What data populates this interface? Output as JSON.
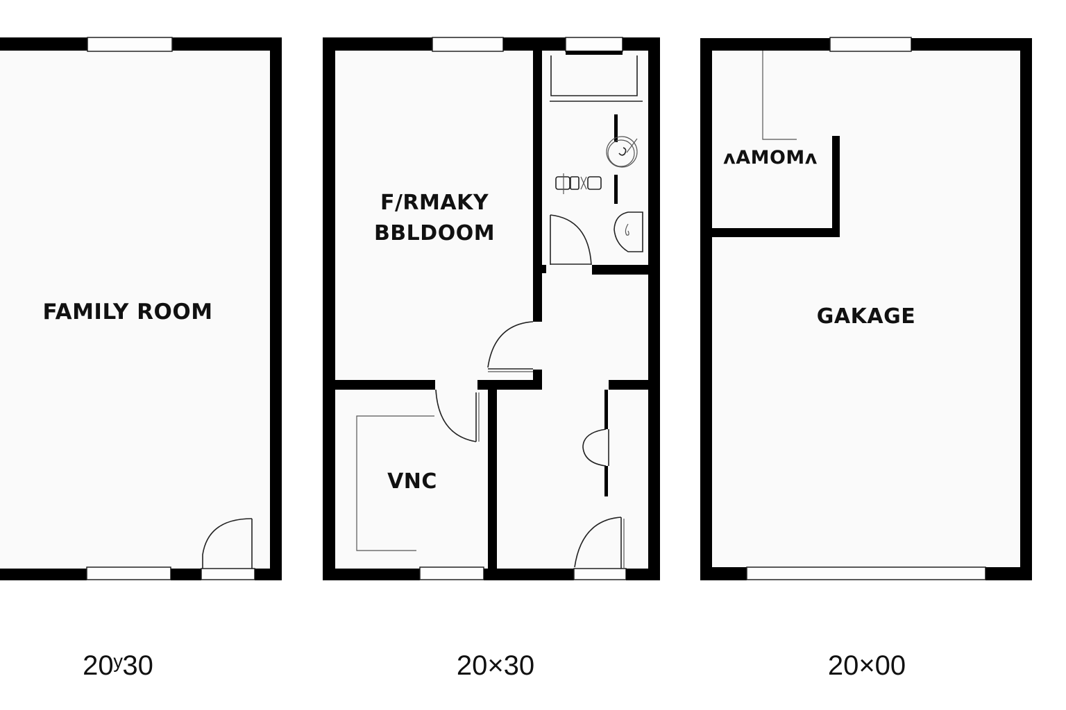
{
  "plans": [
    {
      "id": "plan-1",
      "rooms": [
        {
          "label": "FAMILY ROOM"
        }
      ],
      "dimension": "20×30",
      "dimension_display": "20˓30"
    },
    {
      "id": "plan-2",
      "rooms": [
        {
          "label_line1": "F/RMAKY",
          "label_line2": "BBLDOOM"
        },
        {
          "label": "VNC"
        },
        {
          "label": "Bathroom (unlabeled)"
        },
        {
          "label": "Hallway (unlabeled)"
        }
      ],
      "dimension": "20×30"
    },
    {
      "id": "plan-3",
      "rooms": [
        {
          "label": "ʌAMOM"
        },
        {
          "label": "GAKAGE"
        }
      ],
      "dimension": "20×00"
    }
  ],
  "labels": {
    "family_room": "FAMILY ROOM",
    "primary_bed_1": "F/RMAKY",
    "primary_bed_2": "BBLDOOM",
    "vnc": "VNC",
    "laundry": "ʌAMOMʌ",
    "garage": "GAKAGE"
  },
  "dimensions": {
    "plan1": "20ʸ30",
    "plan2": "20×30",
    "plan3": "20×00"
  },
  "colors": {
    "wall": "#000000",
    "floor": "#fafafa",
    "background": "#ffffff"
  }
}
